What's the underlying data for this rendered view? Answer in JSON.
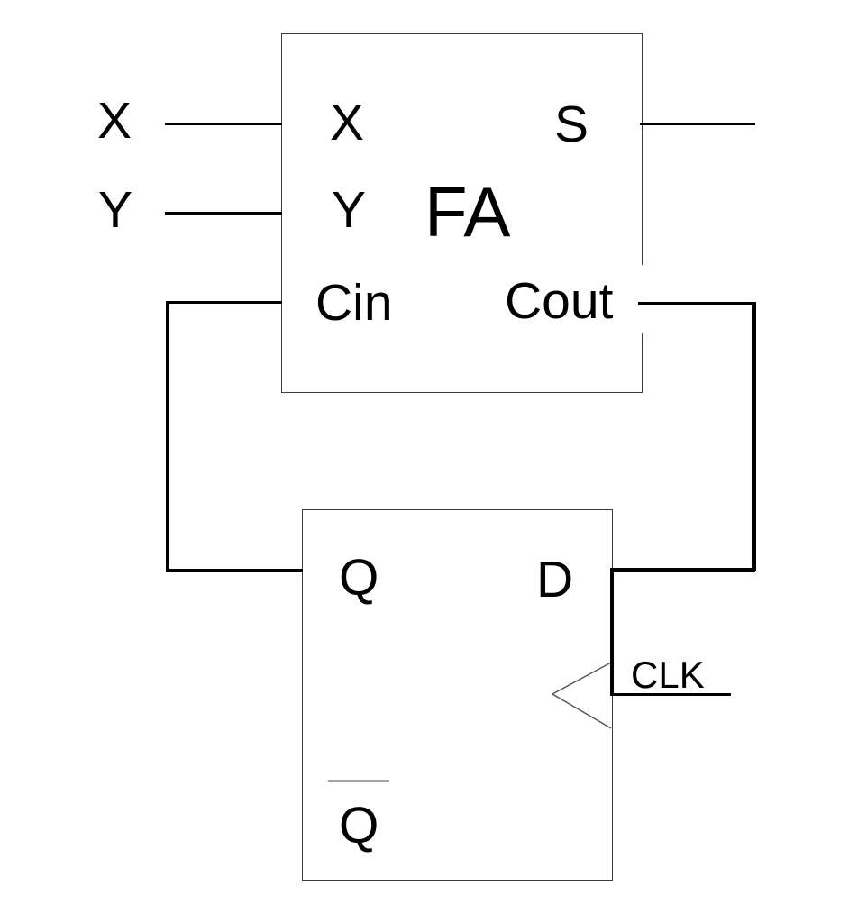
{
  "diagram": {
    "type": "logic-circuit",
    "description": "Full adder with carry feedback through a D flip-flop"
  },
  "external_inputs": {
    "x": "X",
    "y": "Y"
  },
  "fa_block": {
    "label": "FA",
    "pin_x": "X",
    "pin_y": "Y",
    "pin_cin": "Cin",
    "pin_s": "S",
    "pin_cout": "Cout"
  },
  "dff_block": {
    "pin_q": "Q",
    "pin_d": "D",
    "pin_qbar": "Q",
    "pin_clk": "CLK"
  },
  "colors": {
    "background": "#ffffff",
    "text": "#000000",
    "wire": "#000000",
    "box_border": "#3d3d3d",
    "qbar_overline": "#a6a6a6",
    "clk_triangle": "#5a5a5a"
  }
}
